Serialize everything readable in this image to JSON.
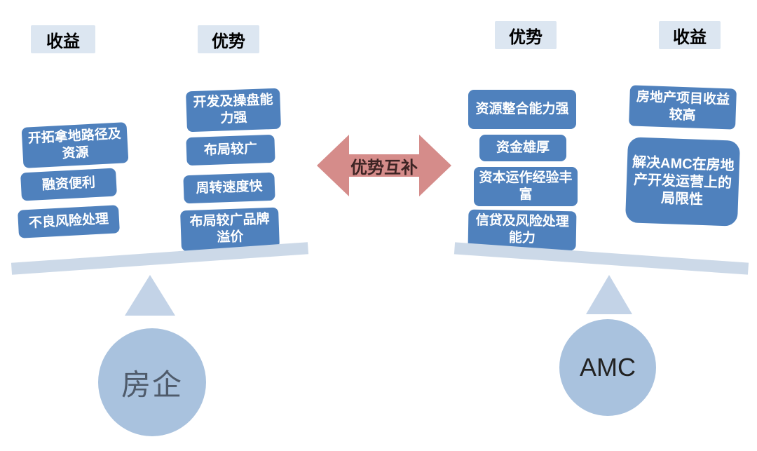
{
  "left": {
    "benefit_label": "收益",
    "advantage_label": "优势",
    "benefits": [
      "开拓拿地路径及资源",
      "融资便利",
      "不良风险处理"
    ],
    "advantages": [
      "开发及操盘能力强",
      "布局较广",
      "周转速度快",
      "布局较广品牌溢价"
    ],
    "entity": "房企"
  },
  "center": {
    "arrow_label": "优势互补"
  },
  "right": {
    "advantage_label": "优势",
    "benefit_label": "收益",
    "advantages": [
      "资源整合能力强",
      "资金雄厚",
      "资本运作经验丰富",
      "信贷及风险处理能力"
    ],
    "benefits": [
      "房地产项目收益较高",
      "解决AMC在房地产开发运营上的局限性"
    ],
    "entity": "AMC"
  },
  "colors": {
    "box_blue": "#4f81bd",
    "label_bg": "#dce6f1",
    "plank": "#ccd9e8",
    "triangle": "#c3d3e7",
    "circle": "#a9c2de",
    "arrow": "#d58c8a"
  }
}
